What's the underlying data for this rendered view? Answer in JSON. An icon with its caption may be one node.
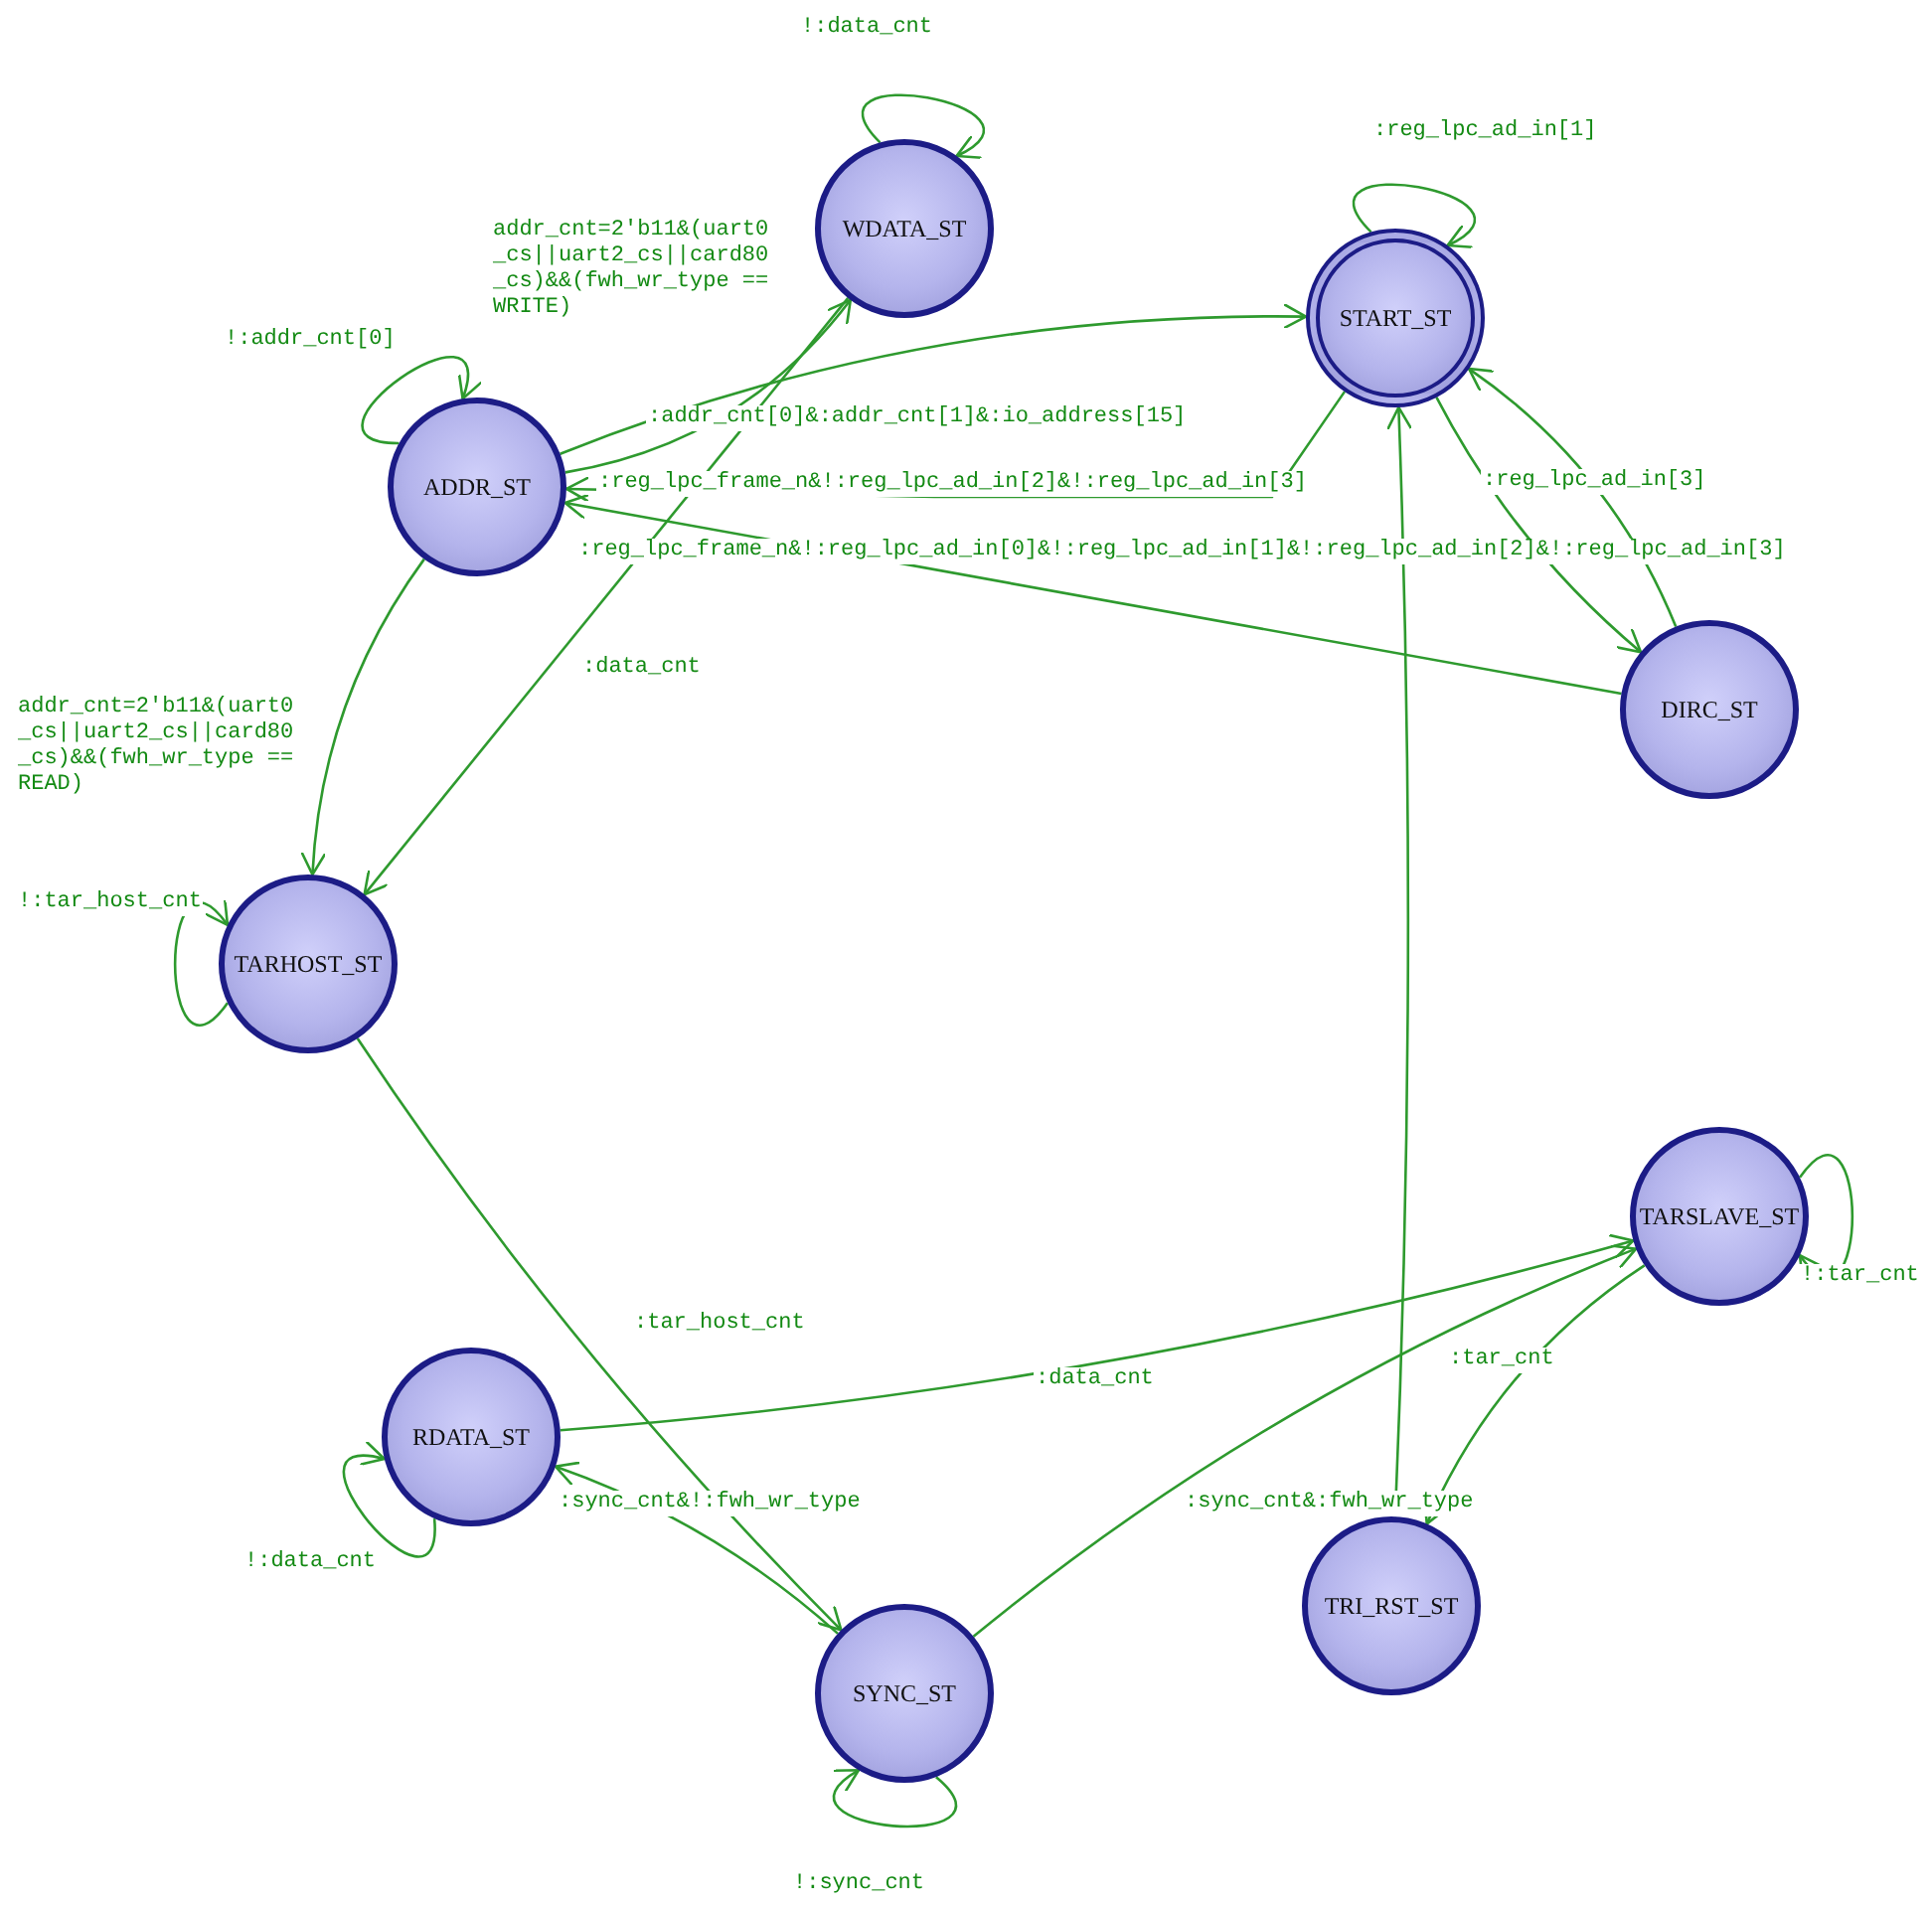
{
  "diagram": {
    "nodes": [
      {
        "text": [
          "WDATA_ST"
        ]
      },
      {
        "text": [
          "START_ST"
        ]
      },
      {
        "text": [
          "ADDR_ST"
        ]
      },
      {
        "text": [
          "DIRC_ST"
        ]
      },
      {
        "text": [
          "TARHOST_ST"
        ]
      },
      {
        "text": [
          "TARSLAVE_ST"
        ]
      },
      {
        "text": [
          "RDATA_ST"
        ]
      },
      {
        "text": [
          "TRI_RST_ST"
        ]
      },
      {
        "text": [
          "SYNC_ST"
        ]
      }
    ],
    "edges": [
      {
        "from": 2,
        "to": 0,
        "arrow": "to",
        "label": "addr_cnt=2'b11&(uart0_cs||uart2_cs||card80_cs)&&(fwh_wr_type == WRITE)"
      },
      {
        "from": 2,
        "to": 4,
        "arrow": "to",
        "label": "addr_cnt=2'b11&(uart0_cs||uart2_cs||card80_cs)&&(fwh_wr_type == READ)"
      },
      {
        "from": 2,
        "to": 1,
        "arrow": "to",
        "label": ":addr_cnt[0]&:addr_cnt[1]&:io_address[15]"
      },
      {
        "from": 0,
        "to": 4,
        "arrow": "to",
        "label": ":data_cnt"
      },
      {
        "from": 1,
        "to": 2,
        "arrow": "to",
        "label": ":reg_lpc_frame_n&!:reg_lpc_ad_in[2]&!:reg_lpc_ad_in[3]"
      },
      {
        "from": 3,
        "to": 2,
        "arrow": "to",
        "label": ":reg_lpc_frame_n&!:reg_lpc_ad_in[0]&!:reg_lpc_ad_in[1]&!:reg_lpc_ad_in[2]&!:reg_lpc_ad_in[3]"
      },
      {
        "from": 1,
        "to": 3,
        "arrow": "to",
        "label": ":reg_lpc_ad_in[3]"
      },
      {
        "from": 3,
        "to": 1,
        "arrow": "to"
      },
      {
        "from": 7,
        "to": 1,
        "arrow": "to"
      },
      {
        "from": 4,
        "to": 8,
        "arrow": "to",
        "label": ":tar_host_cnt"
      },
      {
        "from": 8,
        "to": 6,
        "arrow": "to",
        "label": ":sync_cnt&!:fwh_wr_type"
      },
      {
        "from": 6,
        "to": 5,
        "arrow": "to",
        "label": ":data_cnt"
      },
      {
        "from": 8,
        "to": 5,
        "arrow": "to",
        "label": ":sync_cnt&:fwh_wr_type"
      },
      {
        "from": 5,
        "to": 7,
        "arrow": "to",
        "label": ":tar_cnt"
      },
      {
        "from": 0,
        "to": 0,
        "arrow": "to",
        "label": "!:data_cnt"
      },
      {
        "from": 1,
        "to": 1,
        "arrow": "to",
        "label": ":reg_lpc_ad_in[1]"
      },
      {
        "from": 2,
        "to": 2,
        "arrow": "to",
        "label": "!:addr_cnt[0]"
      },
      {
        "from": 4,
        "to": 4,
        "arrow": "to",
        "label": "!:tar_host_cnt"
      },
      {
        "from": 6,
        "to": 6,
        "arrow": "to",
        "label": "!:data_cnt"
      },
      {
        "from": 8,
        "to": 8,
        "arrow": "to",
        "label": "!:sync_cnt"
      },
      {
        "from": 5,
        "to": 5,
        "arrow": "to",
        "label": "!:tar_cnt"
      }
    ]
  }
}
